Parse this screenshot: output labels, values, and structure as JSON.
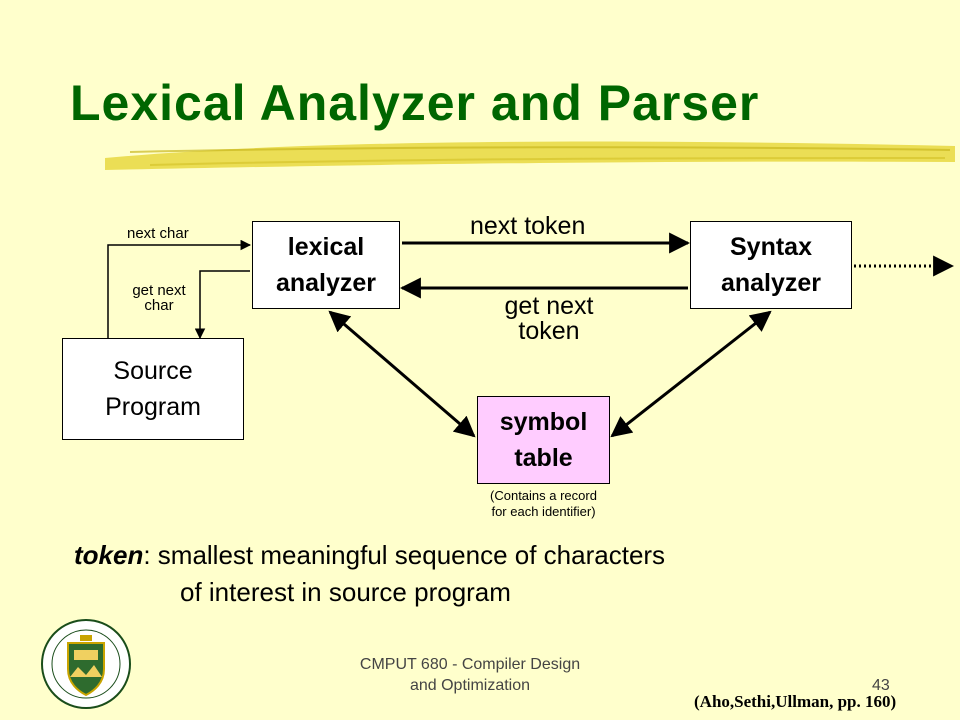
{
  "title": "Lexical Analyzer and Parser",
  "diagram": {
    "lexical_analyzer": [
      "lexical",
      "analyzer"
    ],
    "syntax_analyzer": [
      "Syntax",
      "analyzer"
    ],
    "source_program": [
      "Source",
      "Program"
    ],
    "symbol_table": [
      "symbol",
      "table"
    ],
    "symbol_table_note": [
      "(Contains a record",
      "for each identifier)"
    ],
    "next_token": "next token",
    "get_next_token": [
      "get next",
      "token"
    ],
    "next_char": "next char",
    "get_next_char": [
      "get next",
      "char"
    ]
  },
  "definition": {
    "term": "token",
    "line1_rest": ": smallest meaningful sequence of characters",
    "line2": "of interest in source program"
  },
  "footer": {
    "course": [
      "CMPUT 680 - Compiler Design",
      "and Optimization"
    ],
    "page_number": "43",
    "citation": "(Aho,Sethi,Ullman, pp. 160)"
  },
  "colors": {
    "background": "#ffffcc",
    "title": "#006600",
    "symbol_table_fill": "#ffccff",
    "underline": "#e8d840"
  }
}
